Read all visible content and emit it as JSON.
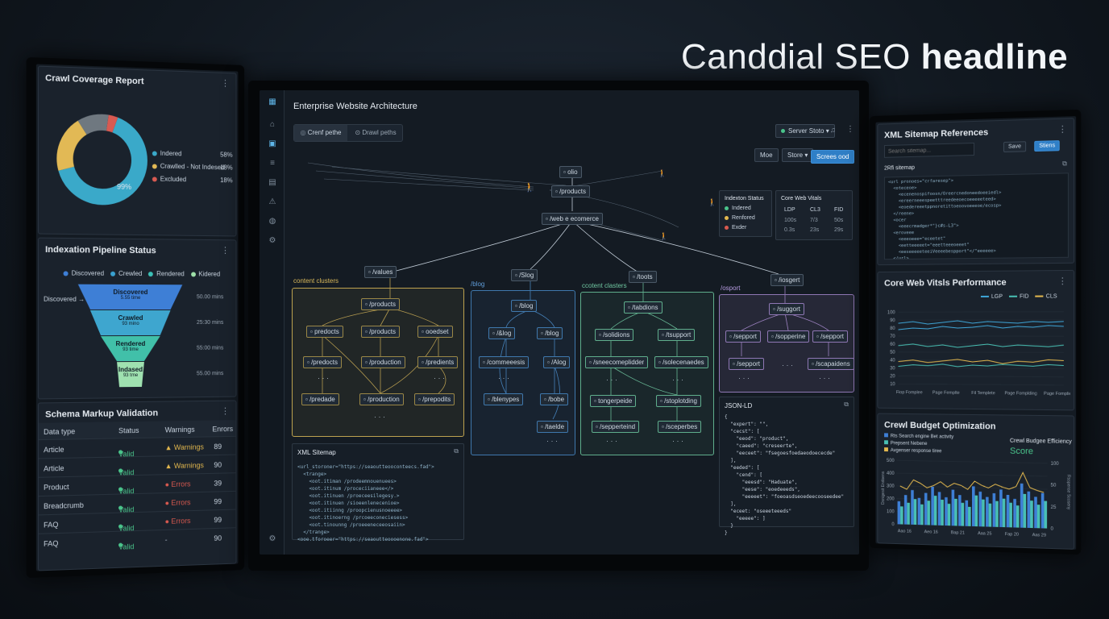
{
  "headline": {
    "normal": "Canddial SEO ",
    "bold": "headline"
  },
  "crawl": {
    "title": "Crawl Coverage Report",
    "center": "99%",
    "legend": [
      {
        "label": "Indered",
        "value": "58%",
        "color": "#3aa9c9"
      },
      {
        "label": "Crawlled - Not Indesed",
        "value": "18%",
        "color": "#e2b955"
      },
      {
        "label": "Excluded",
        "value": "18%",
        "color": "#d85a52"
      }
    ],
    "donut": [
      {
        "value": 58,
        "color": "#3aa9c9"
      },
      {
        "value": 18,
        "color": "#e2b955"
      },
      {
        "value": 10,
        "color": "#6f7880"
      },
      {
        "value": 3,
        "color": "#d85a52"
      }
    ]
  },
  "pipeline": {
    "title": "Indexation Pipeline Status",
    "legend": [
      {
        "label": "Discovered",
        "color": "#3e7fd6"
      },
      {
        "label": "Crewled",
        "color": "#39a0cf"
      },
      {
        "label": "Rendered",
        "color": "#3bc0b6"
      },
      {
        "label": "Kidered",
        "color": "#9ee0a8"
      }
    ],
    "start_label": "Discovered →",
    "stages": [
      {
        "name": "Discovered",
        "sub": "5.55 time",
        "time": "50.00 mins",
        "color": "#3e7fd6"
      },
      {
        "name": "Crawled",
        "sub": "93 mino",
        "time": "25:30 mins",
        "color": "#3ea6cf"
      },
      {
        "name": "Rendered",
        "sub": "93 time",
        "time": "55:00 mins",
        "color": "#41c0a9"
      },
      {
        "name": "Indased",
        "sub": "93 tme",
        "time": "55.00 mins",
        "color": "#9fe1b0"
      }
    ]
  },
  "schema": {
    "title": "Schema Markup Validation",
    "headers": [
      "Data type",
      "Status",
      "Warnings",
      "Enrors"
    ],
    "rows": [
      {
        "type": "Article",
        "status": "Valid",
        "warn": "▲ Warnings",
        "warnColor": "#e3b84e",
        "err": "89"
      },
      {
        "type": "Article",
        "status": "Valid",
        "warn": "▲ Warnings",
        "warnColor": "#e3b84e",
        "err": "90"
      },
      {
        "type": "Product",
        "status": "Valid",
        "warn": "● Errors",
        "warnColor": "#d8594f",
        "err": "39"
      },
      {
        "type": "Breadcrumb",
        "status": "Valid",
        "warn": "● Errors",
        "warnColor": "#d8594f",
        "err": "99"
      },
      {
        "type": "FAQ",
        "status": "Valid",
        "warn": "● Errors",
        "warnColor": "#d8594f",
        "err": "99"
      },
      {
        "type": "FAQ",
        "status": "Valid",
        "warn": "-",
        "warnColor": "#a9b6c3",
        "err": "90"
      }
    ]
  },
  "arch": {
    "title": "Enterprise Website Architecture",
    "tabs": [
      "Crenf pethe",
      "Drawl peths"
    ],
    "server": "Server Stoto",
    "toolbar": [
      "Moe",
      "Store",
      "Screes ood"
    ],
    "nodes": {
      "root": "olio",
      "products": "/products",
      "web": "/web e ecomerce",
      "values": "/values",
      "blog_top": "/Slog",
      "tools_top": "/toots",
      "support_top": "/iosgert"
    },
    "clusters": [
      {
        "label": "content clusters",
        "color": "#d9b85a"
      },
      {
        "label": "/blog",
        "color": "#4b8cc9"
      },
      {
        "label": "ccotent clasters",
        "color": "#6fc6a0"
      },
      {
        "label": "/osport",
        "color": "#a98bd0"
      }
    ],
    "c1": [
      "/products",
      "predocts",
      "/products",
      "ooedset",
      "/predocts",
      "/production",
      "/predients",
      "/predade",
      "/production",
      "/prepodits"
    ],
    "c2": [
      "/blog",
      "/&log",
      "/blog",
      "/commeeesis",
      "/Alog",
      "/blenypes",
      "/bobe",
      "/taelde"
    ],
    "c3": [
      "/tabdions",
      "/solidions",
      "/tsupport",
      "/sneecomeplidder",
      "/solecenaedes",
      "tongerpeide",
      "/stoplotding",
      "/sepperteind",
      "/sceperbes"
    ],
    "c4": [
      "/suggort",
      "/sepport",
      "/sopperine",
      "/sepport",
      "/sepport",
      "/scapaidens"
    ],
    "ellipsis": "· · ·",
    "status_box": {
      "title": "Indexton Status",
      "items": [
        "Indered",
        "Renfored",
        "Exder"
      ],
      "colors": [
        "#4ac48b",
        "#e3b84e",
        "#d8594f"
      ]
    },
    "cwv": {
      "title": "Core Web Vitals",
      "headers": [
        "LDP",
        "CL3",
        "FID"
      ],
      "rows": [
        [
          "100s",
          "7/3",
          "50s"
        ],
        [
          "0.3s",
          "23s",
          "29s"
        ]
      ]
    },
    "xml_title": "XML Sitemap",
    "xml_code": "<url_storoner=\"https://seaoutteooconteecs.fad\">\n  <trange>\n    <oot.itiman /prodeemnouenuees>\n    <oot.itinum /proceciianeee</>\n    <oot.itinuen /proeceesilegesy.>\n    <oot.itinuen /sioeenlenecenioe>\n    <oot.itiinng /proopcienusnoeeee>\n    <oot.itinoerng /prcoeeconeciesess>\n    <oot.tinounng /proeeeneceeosaiin>\n  </trange>\n<ooe.tforoeer=\"https://seaoutteoooenone.fad\">",
    "json_title": "JSON-LD",
    "json_code": "{\n  \"expert\": \"\",\n  \"cecst\": [\n    \"eeod\": \"product\",\n    \"caeed\": \"creseerte\",\n    \"eeceet\": \"fsegoesfoedaeodoececde\"\n  ],\n  \"eeded\": [\n    \"cend\": [\n      \"eeesd\": \"Haduate\",\n      \"eese\": \"eoedeeeds\",\n      \"eeeeet\": \"foeoasdseoedeecooseedee\"\n  ],\n  \"eceet: \"oseeeteeeds\"\n    \"eeeee\": ]\n  }\n}"
  },
  "sitemap": {
    "title": "XML Sitemap References",
    "search_placeholder": "Search sitemap...",
    "btn_save": "Save",
    "btn_store": "Stiens",
    "sub": "2Rfi sitemap",
    "code": "<url pronoes=\"crfaresep\">\n  <oteceoe>\n    <ecenenospifoosn/Oreercnedoneedoeeiedl>\n    <ereerneeespeetttreedeeoecoeeeeeteed>\n    <eoedereeetppnoretittoeoovoeeeoe/ecosp>\n  </reene>\n  <ocer\n    <eeecrmadger*\"}c#s-L3\">\n  <eroveee\n    <eeeoeee=\"eceetet\"\n    <eetteeeeet=\"eeetteeeoeeet\"\n    <eeseeeeeteeiVeeeebespport\"</\"eeeeee>\n  </url>"
  },
  "cwvperf": {
    "title": "Core Web Vitsls Performance",
    "legend": [
      {
        "label": "LGP",
        "color": "#3fa6d8"
      },
      {
        "label": "FID",
        "color": "#49c0b4"
      },
      {
        "label": "CLS",
        "color": "#e3b84e"
      }
    ],
    "yticks": [
      "100",
      "90",
      "80",
      "70",
      "60",
      "50",
      "40",
      "30",
      "20",
      "10"
    ],
    "xticks": [
      "Fiop Fomplee",
      "Page Femplte",
      "Fil Templete",
      "Page Fomplding",
      "Page Fomplies"
    ]
  },
  "budget": {
    "title": "Crewl Budget Optimization",
    "legend": [
      {
        "label": "Rts Search engine Bet activity",
        "color": "#3e7fd6"
      },
      {
        "label": "Prepsent Nebene",
        "color": "#49c0b4"
      },
      {
        "label": "Avgenser response tiree",
        "color": "#e3b84e"
      }
    ],
    "eff_label": "Crewl Budgee Efficiency",
    "score": "Score",
    "y_left": [
      "500",
      "400",
      "300",
      "200",
      "100",
      "0"
    ],
    "y_right": [
      "100",
      "50",
      "25",
      "0"
    ],
    "xticks": [
      "Aao 16",
      "Aeo 16",
      "Bap 21",
      "Aaa 25",
      "Fap 20",
      "Aas 29"
    ],
    "ylabel_left": "Dsnigesit Endoens",
    "ylabel_right": "Rsspense Scoseny"
  },
  "cwvdata": {
    "lcp": [
      78,
      80,
      79,
      82,
      80,
      81,
      83,
      80,
      82,
      81,
      83,
      82
    ],
    "fid": [
      58,
      60,
      57,
      59,
      56,
      58,
      60,
      57,
      59,
      58,
      57,
      59
    ],
    "cls": [
      38,
      40,
      37,
      39,
      41,
      38,
      40,
      36,
      39,
      38,
      41,
      40
    ],
    "lcp2": [
      86,
      88,
      85,
      87,
      89,
      86,
      88,
      87,
      86,
      88,
      87,
      88
    ],
    "fid2": [
      32,
      34,
      33,
      35,
      32,
      34,
      33,
      35,
      34,
      33,
      35,
      34
    ]
  },
  "budgetdata": {
    "bars1": [
      180,
      230,
      270,
      210,
      250,
      300,
      260,
      220,
      280,
      240,
      200,
      310,
      270,
      230,
      260,
      290,
      250,
      220,
      340,
      280,
      240,
      270
    ],
    "bars2": [
      140,
      170,
      200,
      160,
      190,
      230,
      200,
      170,
      210,
      180,
      150,
      240,
      210,
      180,
      200,
      220,
      190,
      170,
      260,
      210,
      180,
      210
    ],
    "line": [
      60,
      55,
      70,
      65,
      58,
      62,
      68,
      60,
      66,
      63,
      57,
      70,
      64,
      60,
      66,
      62,
      59,
      63,
      85,
      62,
      58,
      55
    ]
  }
}
